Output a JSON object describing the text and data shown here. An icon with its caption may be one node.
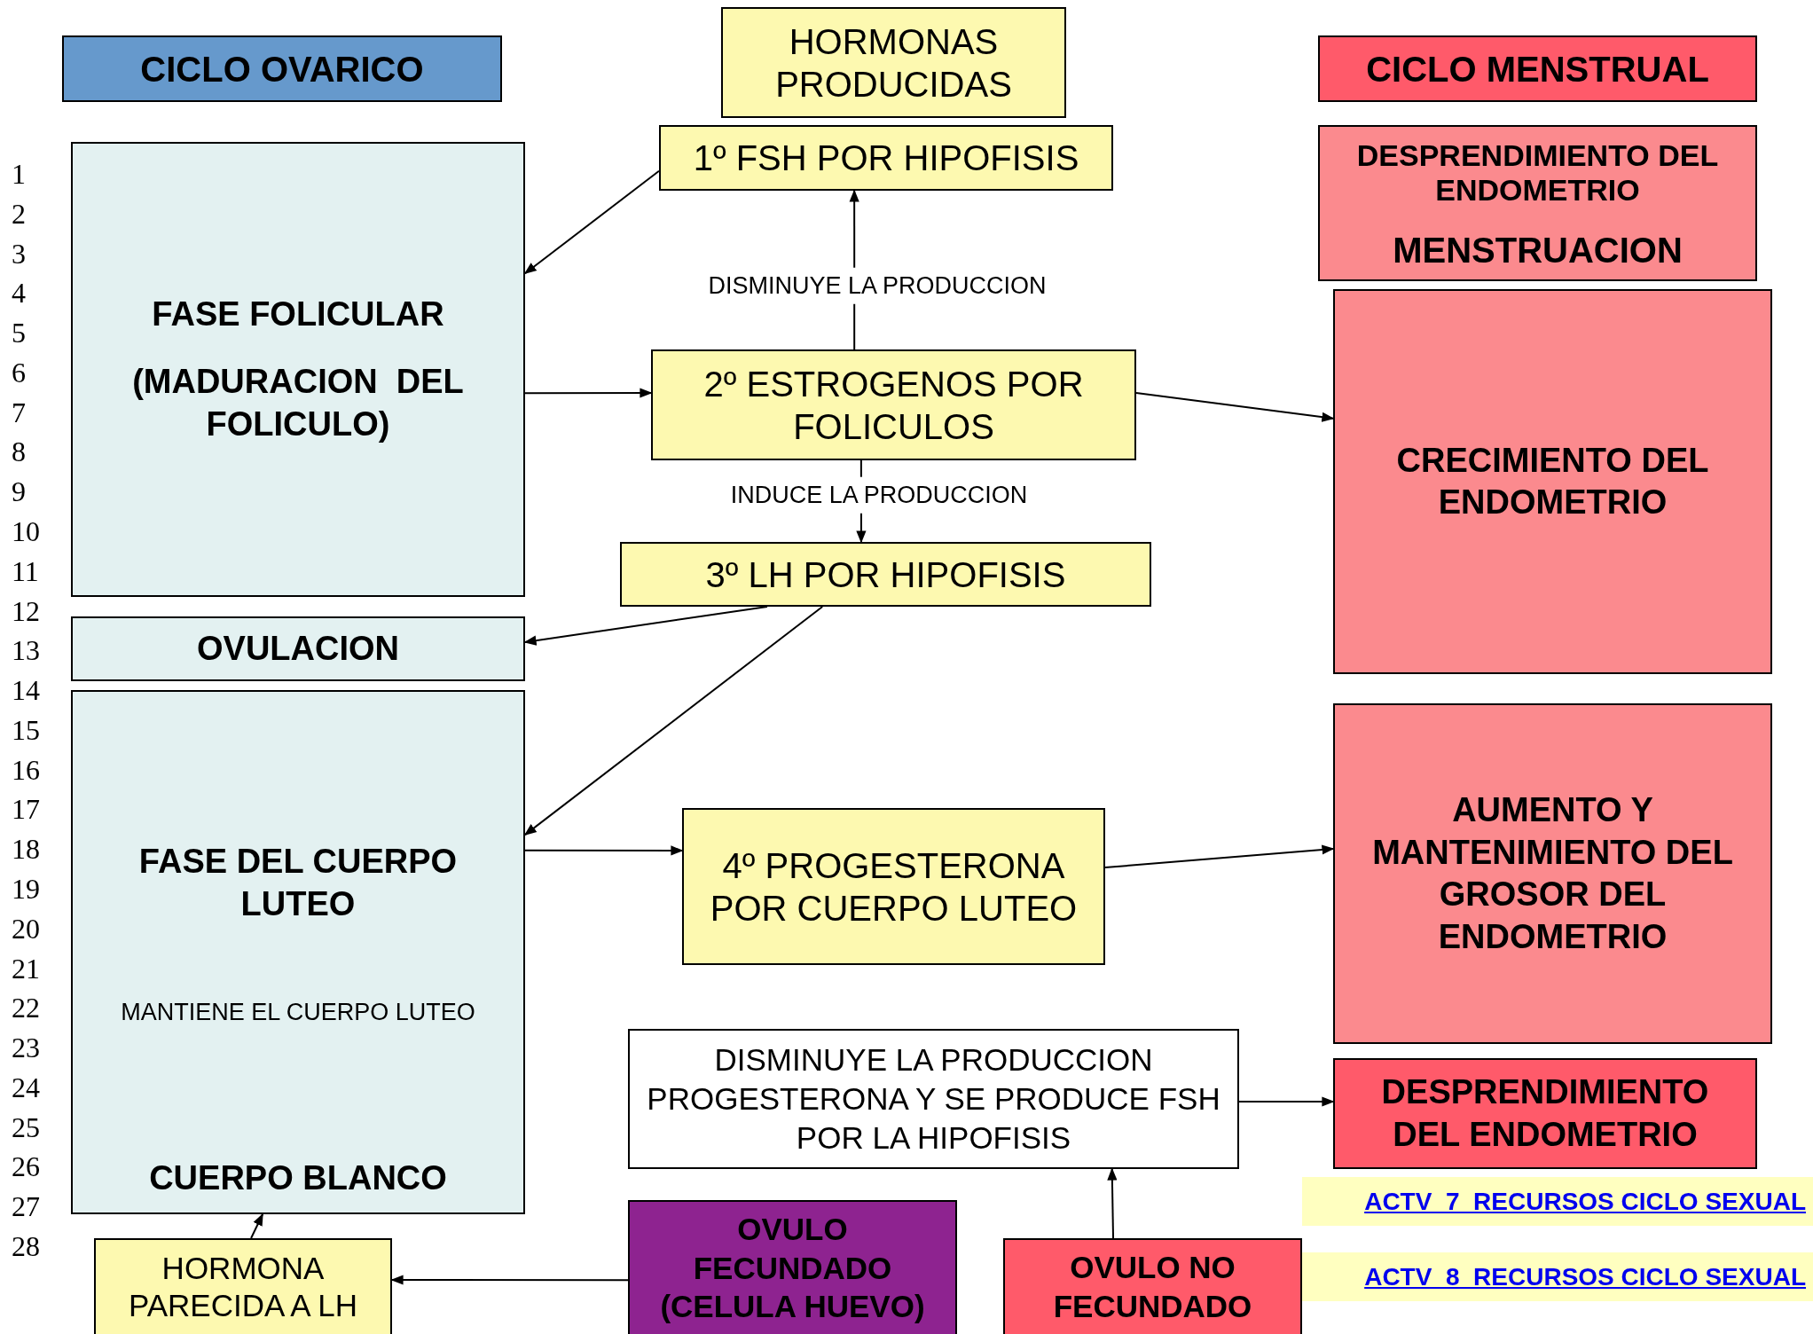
{
  "diagram": {
    "nodes": [
      {
        "text": [
          "CICLO OVARICO"
        ]
      },
      {
        "text": [
          "HORMONAS PRODUCIDAS"
        ]
      },
      {
        "text": [
          "CICLO MENSTRUAL"
        ]
      },
      {
        "text": [
          "FASE FOLICULAR",
          "(MADURACION  DEL FOLICULO)"
        ]
      },
      {
        "text": [
          "1º FSH POR HIPOFISIS"
        ]
      },
      {
        "text": [
          "DESPRENDIMIENTO DEL ENDOMETRIO",
          "MENSTRUACION"
        ]
      },
      {
        "text": [
          "2º ESTROGENOS POR FOLICULOS"
        ]
      },
      {
        "text": [
          "CRECIMIENTO DEL ENDOMETRIO"
        ]
      },
      {
        "text": [
          "3º LH POR HIPOFISIS"
        ]
      },
      {
        "text": [
          "OVULACION"
        ]
      },
      {
        "text": [
          "FASE DEL CUERPO LUTEO",
          "MANTIENE EL CUERPO LUTEO",
          "CUERPO BLANCO"
        ]
      },
      {
        "text": [
          "4º PROGESTERONA POR CUERPO LUTEO"
        ]
      },
      {
        "text": [
          "AUMENTO Y MANTENIMIENTO DEL GROSOR DEL ENDOMETRIO"
        ]
      },
      {
        "text": [
          "DISMINUYE LA PRODUCCION PROGESTERONA Y SE PRODUCE FSH POR LA HIPOFISIS"
        ]
      },
      {
        "text": [
          "DESPRENDIMIENTO DEL ENDOMETRIO"
        ]
      },
      {
        "text": [
          "HORMONA PARECIDA A LH"
        ]
      },
      {
        "text": [
          "OVULO FECUNDADO (CELULA HUEVO)"
        ]
      },
      {
        "text": [
          "OVULO NO FECUNDADO"
        ]
      }
    ],
    "edges": [
      {
        "from": 4,
        "to": 3,
        "arrow": "to"
      },
      {
        "from": 3,
        "to": 6,
        "arrow": "to"
      },
      {
        "from": 6,
        "to": 4,
        "arrow": "to",
        "label": "DISMINUYE LA PRODUCCION"
      },
      {
        "from": 6,
        "to": 7,
        "arrow": "to"
      },
      {
        "from": 6,
        "to": 8,
        "arrow": "to",
        "label": "INDUCE LA PRODUCCION"
      },
      {
        "from": 8,
        "to": 9,
        "arrow": "to"
      },
      {
        "from": 8,
        "to": 10,
        "arrow": "to"
      },
      {
        "from": 10,
        "to": 11,
        "arrow": "to"
      },
      {
        "from": 11,
        "to": 12,
        "arrow": "to"
      },
      {
        "from": 13,
        "to": 14,
        "arrow": "to"
      },
      {
        "from": 17,
        "to": 13,
        "arrow": "to"
      },
      {
        "from": 16,
        "to": 15,
        "arrow": "to"
      },
      {
        "from": 15,
        "to": 10,
        "arrow": "to"
      }
    ],
    "labels": [
      "1",
      "2",
      "3",
      "4",
      "5",
      "6",
      "7",
      "8",
      "9",
      "10",
      "11",
      "12",
      "13",
      "14",
      "15",
      "16",
      "17",
      "18",
      "19",
      "20",
      "21",
      "22",
      "23",
      "24",
      "25",
      "26",
      "27",
      "28",
      "ACTV  7  RECURSOS CICLO SEXUAL",
      "ACTV  8  RECURSOS CICLO SEXUAL"
    ]
  }
}
